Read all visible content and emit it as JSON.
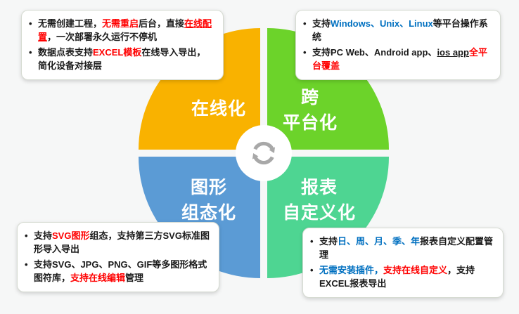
{
  "page": {
    "background": "#f6f7f7"
  },
  "palette": {
    "red": "#ff0000",
    "blue": "#0070c0",
    "text": "#1a1a1a",
    "arrow_gray": "#a8a8a8",
    "hub_bg": "#ffffff"
  },
  "misc": {
    "bullet": "•",
    "center_icon": "cycle-arrows-icon"
  },
  "quadrants": {
    "top_left": {
      "color": "#f9b200",
      "lines": [
        "在线化"
      ]
    },
    "top_right": {
      "color": "#6cd32a",
      "lines": [
        "跨",
        "平台化"
      ]
    },
    "bottom_left": {
      "color": "#5b9bd5",
      "lines": [
        "图形",
        "组态化"
      ]
    },
    "bottom_right": {
      "color": "#4ed592",
      "lines": [
        "报表",
        "自定义化"
      ]
    }
  },
  "callouts": {
    "top_left": {
      "items": [
        {
          "segments": [
            {
              "t": "无需创建工程，"
            },
            {
              "t": "无需重启",
              "c": "red"
            },
            {
              "t": "后台，直接"
            },
            {
              "t": "在线配置",
              "c": "red",
              "u": true
            },
            {
              "t": "，一次部署永久运行不停机"
            }
          ]
        },
        {
          "segments": [
            {
              "t": "数据点表支持"
            },
            {
              "t": "EXCEL模板",
              "c": "red"
            },
            {
              "t": "在线导入导出，简化设备对接层"
            }
          ]
        }
      ]
    },
    "top_right": {
      "items": [
        {
          "segments": [
            {
              "t": "支持"
            },
            {
              "t": "Windows、Unix、Linux",
              "c": "blue"
            },
            {
              "t": "等平台操作系统"
            }
          ]
        },
        {
          "segments": [
            {
              "t": "支持PC Web、Android app、"
            },
            {
              "t": "ios app",
              "u": true
            },
            {
              "t": "全平台覆盖",
              "c": "red"
            }
          ]
        }
      ]
    },
    "bottom_left": {
      "items": [
        {
          "segments": [
            {
              "t": "支持"
            },
            {
              "t": "SVG图形",
              "c": "red"
            },
            {
              "t": "组态，支持第三方SVG标准图形导入导出"
            }
          ]
        },
        {
          "segments": [
            {
              "t": "支持SVG、JPG、PNG、GIF等多图形格式图符库，"
            },
            {
              "t": "支持在线编辑",
              "c": "red"
            },
            {
              "t": "管理"
            }
          ]
        }
      ]
    },
    "bottom_right": {
      "items": [
        {
          "segments": [
            {
              "t": "支持"
            },
            {
              "t": "日、周、月、季、年",
              "c": "blue"
            },
            {
              "t": "报表自定义配置管理"
            }
          ]
        },
        {
          "segments": [
            {
              "t": "无需安装插件，",
              "c": "blue"
            },
            {
              "t": "支持在线自定义",
              "c": "red"
            },
            {
              "t": "，支持EXCEL报表导出"
            }
          ]
        }
      ]
    }
  }
}
